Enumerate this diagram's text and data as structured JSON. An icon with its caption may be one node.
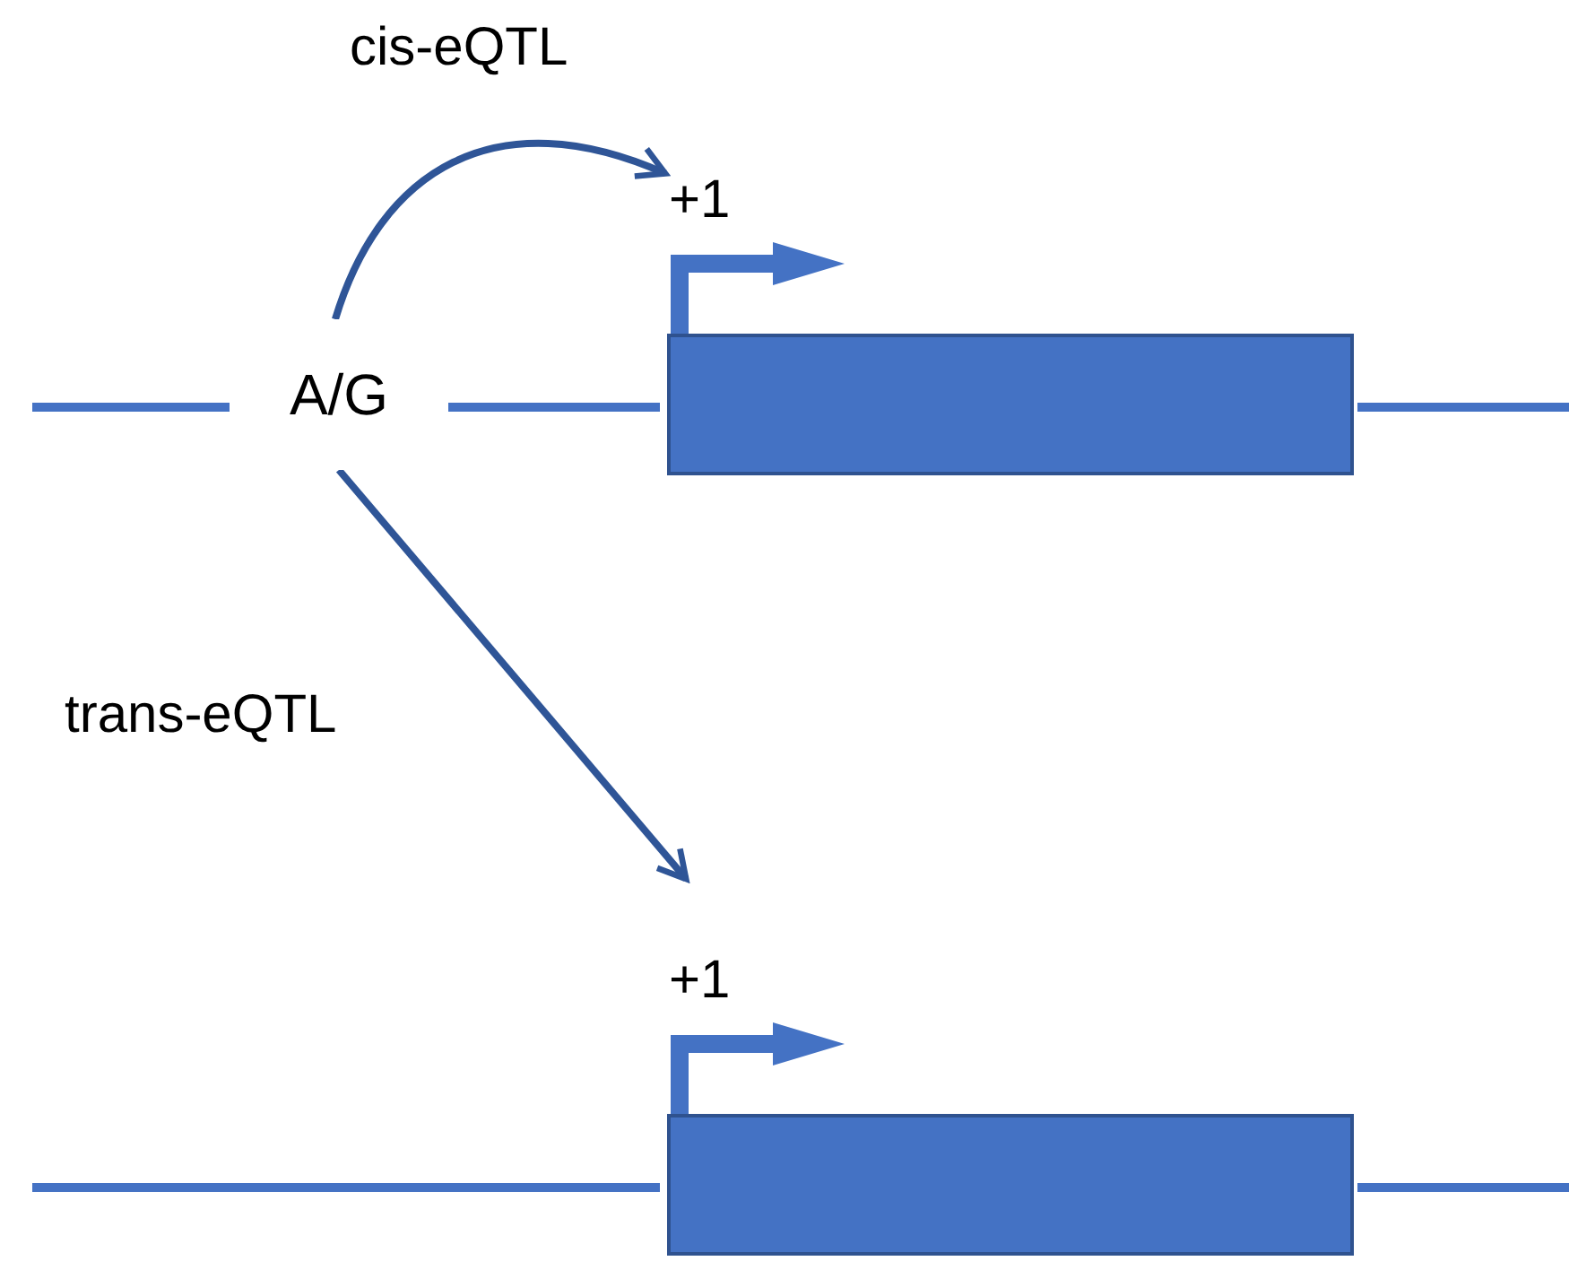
{
  "diagram": {
    "nodes": [
      {
        "text": [
          "A/G"
        ]
      },
      {
        "text": [],
        "shape": "box",
        "beside": [
          "+1"
        ]
      },
      {
        "text": [],
        "shape": "box",
        "beside": [
          "+1"
        ]
      }
    ],
    "edges": [
      {
        "from": 0,
        "to": 1,
        "arrow": "to",
        "label": "cis-eQTL"
      },
      {
        "from": 0,
        "to": 2,
        "arrow": "to",
        "label": "trans-eQTL"
      }
    ]
  }
}
